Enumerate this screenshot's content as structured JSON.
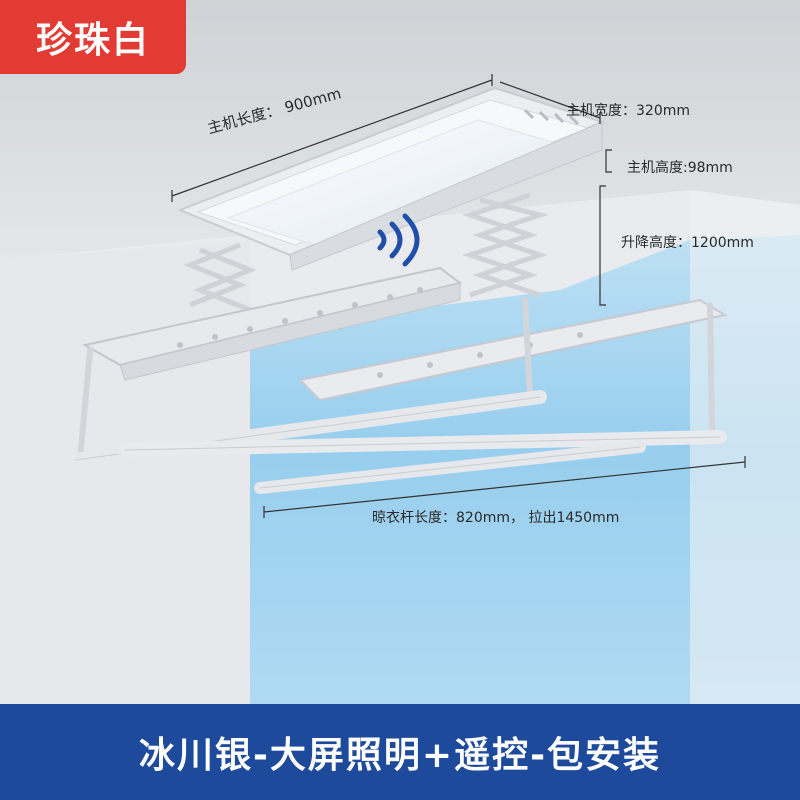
{
  "badge": {
    "text": "珍珠白"
  },
  "dimensions": {
    "length": "主机长度：  900mm",
    "width": "主机宽度：320mm",
    "height": "主机高度:98mm",
    "lift": "升降高度：1200mm",
    "rod": "晾衣杆长度：820mm，   拉出1450mm"
  },
  "footer": {
    "text": "冰川银-大屏照明+遥控-包安装"
  },
  "icons": {
    "remote_signal": "wireless-signal-icon"
  },
  "colors": {
    "badge_bg": "#e23b33",
    "footer_bg": "#1e4a9c",
    "signal": "#1f4fa8",
    "sky": "#7cc2ea"
  }
}
